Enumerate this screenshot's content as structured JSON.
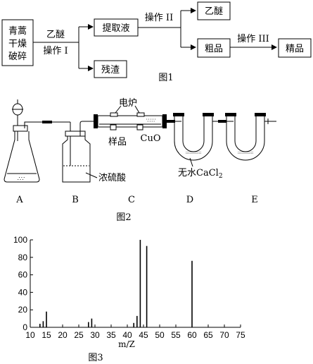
{
  "figure1": {
    "caption": "图1",
    "start_lines": [
      "青蒿",
      "干燥",
      "破碎"
    ],
    "solvent": "乙醚",
    "op1": "操作 I",
    "extract": "提取液",
    "residue": "残渣",
    "op2": "操作 II",
    "ether": "乙醚",
    "crude": "粗品",
    "op3": "操作 III",
    "refined": "精品"
  },
  "figure2": {
    "caption": "图2",
    "labels": {
      "furnace": "电炉",
      "sample": "样品",
      "cuo": "CuO",
      "acid": "浓硫酸",
      "cacl2": "无水CaCl",
      "cacl2_sub": "2"
    },
    "parts": [
      "A",
      "B",
      "C",
      "D",
      "E"
    ]
  },
  "figure3": {
    "caption": "图3",
    "chart_data": {
      "type": "bar",
      "xlabel": "m/Z",
      "ylabel": "",
      "xlim": [
        10,
        75
      ],
      "ylim": [
        0,
        100
      ],
      "xticks": [
        10,
        15,
        20,
        25,
        30,
        35,
        40,
        45,
        50,
        55,
        60,
        65,
        70,
        75
      ],
      "yticks": [
        0,
        20,
        40,
        60,
        80,
        100
      ],
      "x": [
        13,
        14,
        15,
        28,
        29,
        42,
        43,
        44,
        46,
        60
      ],
      "values": [
        4,
        7,
        18,
        6,
        10,
        5,
        13,
        100,
        93,
        76
      ]
    }
  }
}
